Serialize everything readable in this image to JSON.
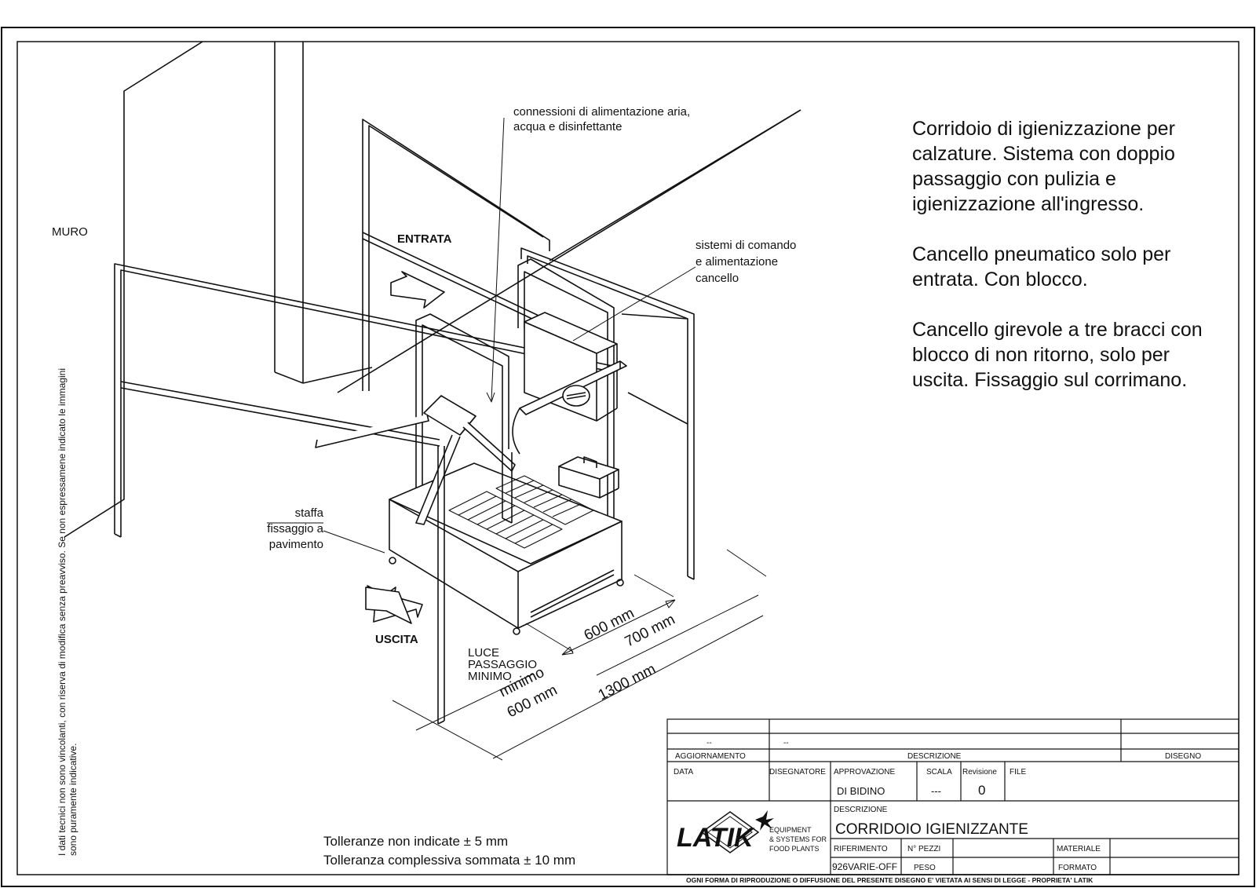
{
  "labels": {
    "wall": "MURO",
    "connections": [
      "connessioni di alimentazione aria,",
      "acqua e disinfettante"
    ],
    "entry": "ENTRATA",
    "exit": "USCITA",
    "control": [
      "sistemi di comando",
      "e alimentazione",
      "cancello"
    ],
    "bracket": [
      "staffa",
      "fissaggio a",
      "pavimento"
    ],
    "passage": [
      "LUCE",
      "PASSAGGIO",
      "MINIMO"
    ]
  },
  "dimensions": {
    "d600": "600 mm",
    "d700": "700 mm",
    "d1300": "1300 mm",
    "min_word": "minimo",
    "min_value": "600 mm"
  },
  "description": [
    "Corridoio di igienizzazione per calzature. Sistema con doppio passaggio con pulizia e igienizzazione all'ingresso.",
    "Cancello pneumatico solo per entrata. Con blocco.",
    "Cancello girevole a tre bracci con blocco di non ritorno, solo per uscita. Fissaggio sul corrimano."
  ],
  "side_note": "I dati tecnici non sono vincolanti, con riserva di modifica senza preavviso. Se non espressamene indicato le immagini sono puramente indicative.",
  "tolerances": [
    "Tolleranze non indicate   ± 5 mm",
    "Tolleranza complessiva sommata   ± 10 mm"
  ],
  "title_block": {
    "revision_row": [
      "--",
      "--"
    ],
    "aggiornamento": "AGGIORNAMENTO",
    "descrizione_head": "DESCRIZIONE",
    "disegno": "DISEGNO",
    "data": "DATA",
    "disegnatore": "DISEGNATORE",
    "approvazione": "APPROVAZIONE",
    "approvazione_value": "DI BIDINO",
    "scala": "SCALA",
    "scala_value": "---",
    "revisione": "Revisione",
    "revisione_value": "0",
    "file": "FILE",
    "descrizione": "DESCRIZIONE",
    "descrizione_value": "CORRIDOIO IGIENIZZANTE",
    "riferimento": "RIFERIMENTO",
    "riferimento_value": "926VARIE-OFF",
    "n_pezzi": "N° PEZZI",
    "peso": "PESO",
    "materiale": "MATERIALE",
    "formato": "FORMATO",
    "logo_text": "LATIK",
    "company": [
      "EQUIPMENT",
      "& SYSTEMS FOR",
      "FOOD PLANTS"
    ],
    "copyright": "OGNI FORMA DI RIPRODUZIONE O DIFFUSIONE DEL PRESENTE DISEGNO E' VIETATA AI SENSI DI LEGGE - PROPRIETA' LATIK"
  },
  "colors": {
    "ink": "#111111",
    "background": "#ffffff"
  }
}
